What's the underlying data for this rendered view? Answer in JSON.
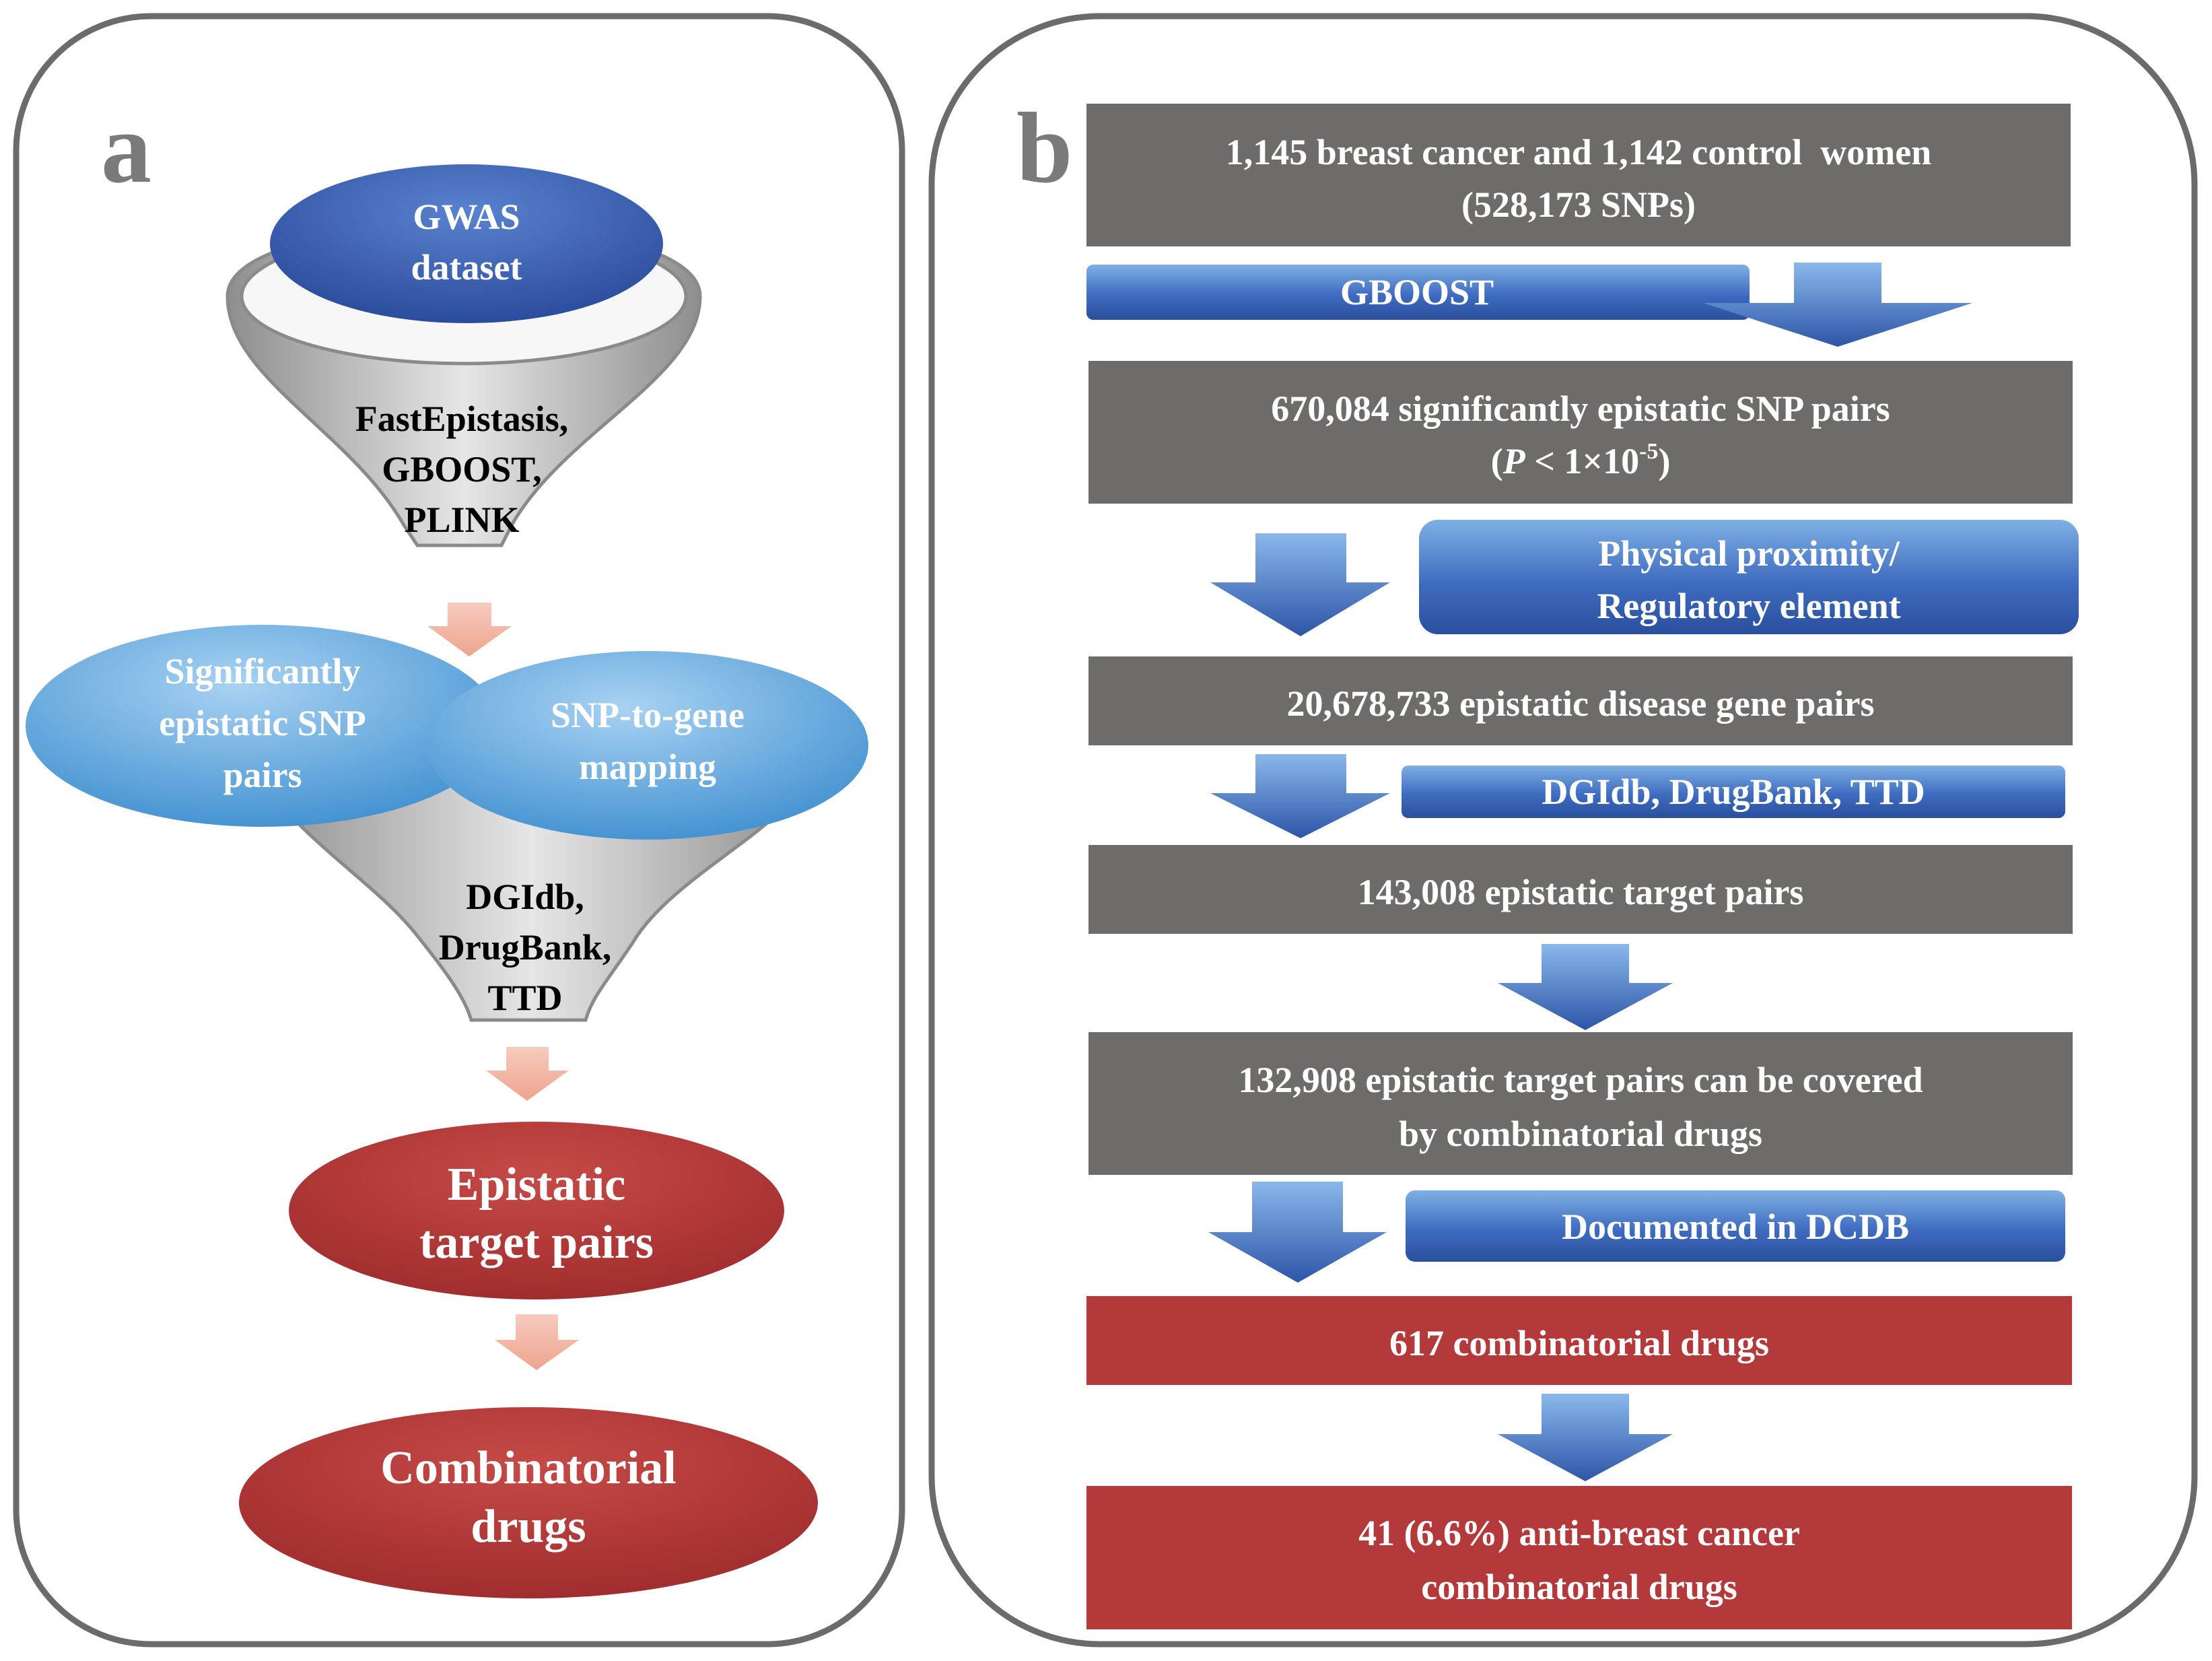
{
  "colors": {
    "panel_border": "#6b6b6b",
    "gray_box": "#6e6b6b",
    "red_box": "#b3393a",
    "blue_dark": "#2d55a8",
    "blue_light": "#7fb0e4",
    "arrow_pink": "#f2b8a6",
    "funnel_light": "#f2f2f2",
    "funnel_dark": "#a8a8a8"
  },
  "panel_a": {
    "label": "a",
    "gwas": {
      "line1": "GWAS",
      "line2": "dataset"
    },
    "funnel1": {
      "line1": "FastEpistasis,",
      "line2": "GBOOST,",
      "line3": "PLINK"
    },
    "snp_pairs": {
      "line1": "Significantly",
      "line2": "epistatic SNP",
      "line3": "pairs"
    },
    "snp_gene": {
      "line1": "SNP-to-gene",
      "line2": "mapping"
    },
    "funnel2": {
      "line1": "DGIdb,",
      "line2": "DrugBank,",
      "line3": "TTD"
    },
    "target_pairs": {
      "line1": "Epistatic",
      "line2": "target pairs"
    },
    "drugs": {
      "line1": "Combinatorial",
      "line2": "drugs"
    }
  },
  "panel_b": {
    "label": "b",
    "box1": {
      "line1": "1,145 breast cancer and 1,142 control  women",
      "line2": "(528,173 SNPs)"
    },
    "method1": "GBOOST",
    "box2": {
      "line1": "670,084 significantly epistatic SNP pairs",
      "p_symbol": "P",
      "p_rest": " < 1×10",
      "p_exp": "-5",
      "p_close": ")",
      "p_open": "("
    },
    "method2": {
      "line1": "Physical proximity/",
      "line2": "Regulatory element"
    },
    "box3": "20,678,733 epistatic disease gene pairs",
    "method3": "DGIdb, DrugBank, TTD",
    "box4": "143,008 epistatic target pairs",
    "box5": {
      "line1": "132,908 epistatic target pairs can be covered",
      "line2": "by combinatorial drugs"
    },
    "method4": "Documented in DCDB",
    "box6": "617 combinatorial drugs",
    "box7": {
      "line1": "41 (6.6%) anti-breast cancer",
      "line2": "combinatorial drugs"
    }
  }
}
